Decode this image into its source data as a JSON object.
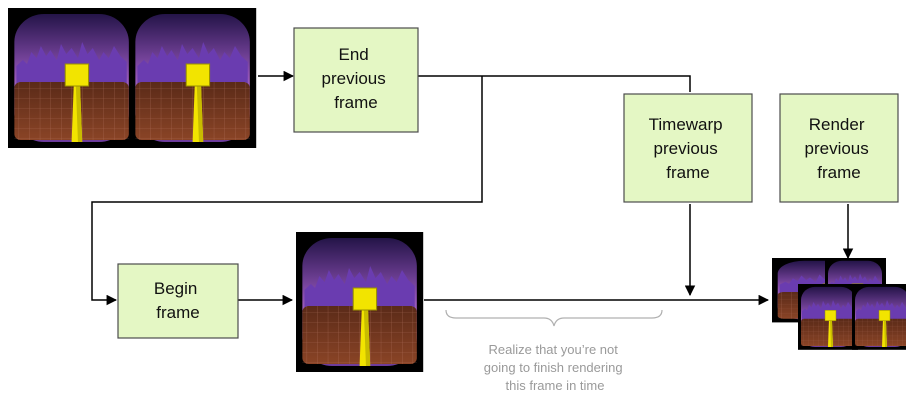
{
  "boxes": {
    "end_previous_frame": [
      "End",
      "previous",
      "frame"
    ],
    "timewarp_previous_frame": [
      "Timewarp",
      "previous",
      "frame"
    ],
    "render_previous_frame": [
      "Render",
      "previous",
      "frame"
    ],
    "begin_frame": [
      "Begin",
      "frame"
    ]
  },
  "annotation": {
    "lines": [
      "Realize that you’re not",
      "going to finish rendering",
      "this frame in time"
    ]
  },
  "colors": {
    "box_fill": "#e4f7c4",
    "box_stroke": "#4c4c4c",
    "arrow": "#000000",
    "annotation": "#9a9a9a",
    "sky_top": "#2a1850",
    "sky_mid": "#a060b8",
    "city": "#7240b0",
    "floor": "#7a3a22",
    "pillar": "#f0e000"
  }
}
